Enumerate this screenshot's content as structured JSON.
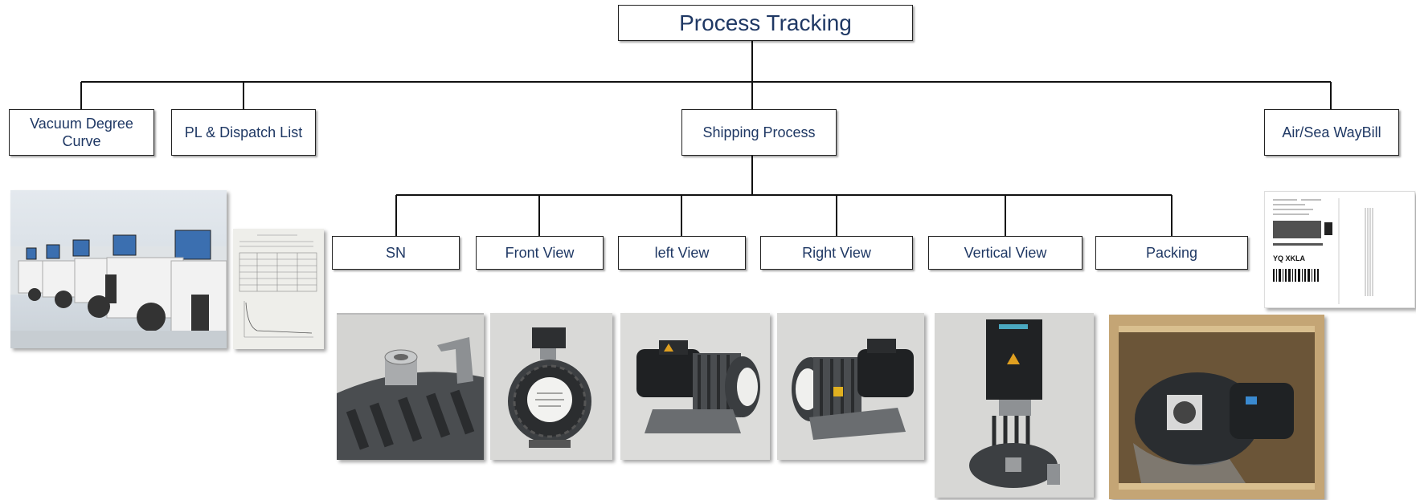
{
  "diagram": {
    "root": "Process Tracking",
    "level1": [
      "Vacuum Degree Curve",
      "PL & Dispatch List",
      "Shipping Process",
      "Air/Sea WayBill"
    ],
    "shipping_children": [
      "SN",
      "Front View",
      "left View",
      "Right View",
      "Vertical View",
      "Packing"
    ]
  },
  "waybill": {
    "code": "YQ XKLA"
  }
}
